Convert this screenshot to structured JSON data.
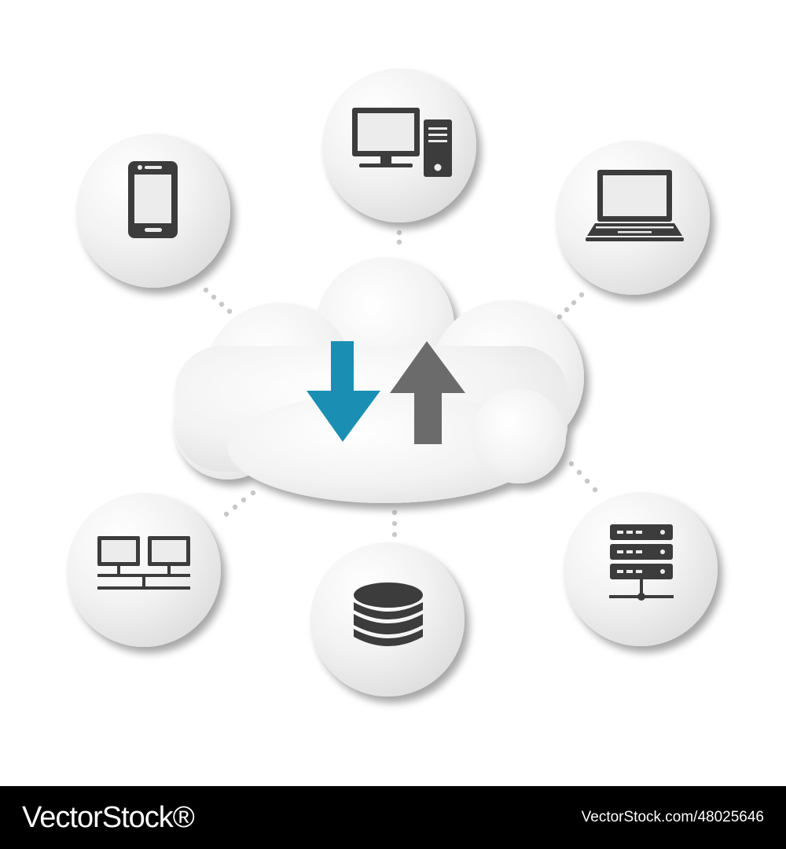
{
  "diagram": {
    "colors": {
      "download_arrow": "#1a8fb3",
      "upload_arrow": "#6b6b6b",
      "icon_dark": "#3c3c3c",
      "connector_dots": "#c8c8c8",
      "node_fill": "#ececec",
      "cloud_fill": "#f2f2f2"
    },
    "center": {
      "name": "cloud",
      "icons": [
        "download-arrow-icon",
        "upload-arrow-icon"
      ]
    },
    "nodes": [
      {
        "name": "node-smartphone",
        "icon": "smartphone-icon"
      },
      {
        "name": "node-desktop-computer",
        "icon": "desktop-computer-icon"
      },
      {
        "name": "node-laptop",
        "icon": "laptop-icon"
      },
      {
        "name": "node-network",
        "icon": "network-computers-icon"
      },
      {
        "name": "node-database",
        "icon": "database-icon"
      },
      {
        "name": "node-server",
        "icon": "server-rack-icon"
      }
    ]
  },
  "watermark": {
    "brand": "VectorStock®",
    "image_code": "VectorStock.com/48025646"
  }
}
